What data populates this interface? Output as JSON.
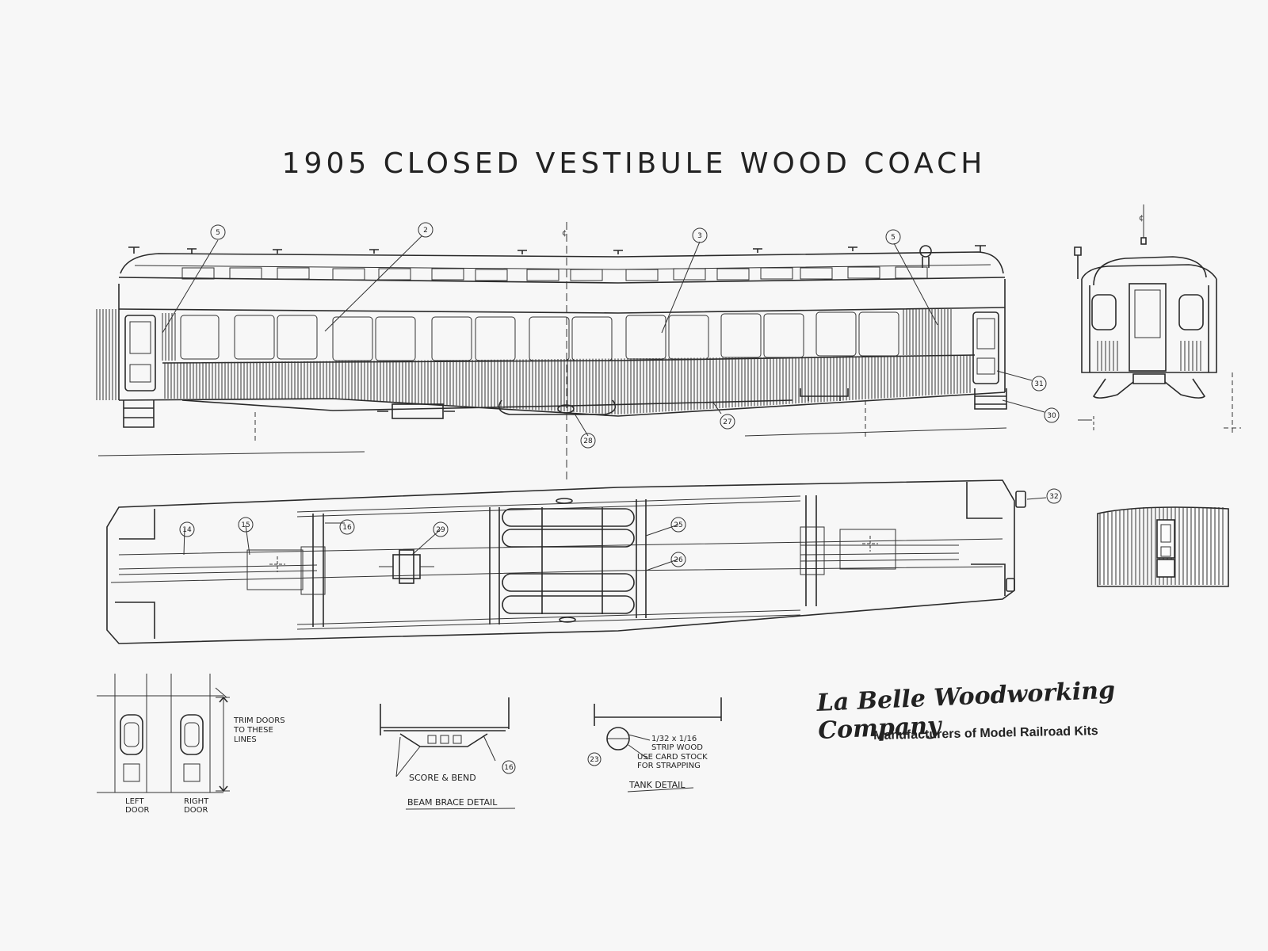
{
  "title": "1905 CLOSED VESTIBULE WOOD COACH",
  "side_view_callouts": [
    "5",
    "2",
    "3",
    "5",
    "31",
    "30",
    "27",
    "28"
  ],
  "floor_plan_callouts": [
    "14",
    "15",
    "16",
    "29",
    "25",
    "26",
    "32"
  ],
  "centerline_mark": "¢",
  "door_detail": {
    "note": "TRIM DOORS TO THESE LINES",
    "left_label": "LEFT DOOR",
    "right_label": "RIGHT DOOR"
  },
  "beam_brace_detail": {
    "caption": "BEAM BRACE DETAIL",
    "note": "SCORE & BEND",
    "callout": "16"
  },
  "tank_detail": {
    "caption": "TANK DETAIL",
    "note_strip": "1/32 x 1/16 STRIP WOOD",
    "note_strap": "USE CARD STOCK FOR STRAPPING",
    "callout": "23"
  },
  "manufacturer": {
    "name": "La Belle Woodworking Company",
    "tagline": "Manufacturers of Model Railroad Kits"
  }
}
